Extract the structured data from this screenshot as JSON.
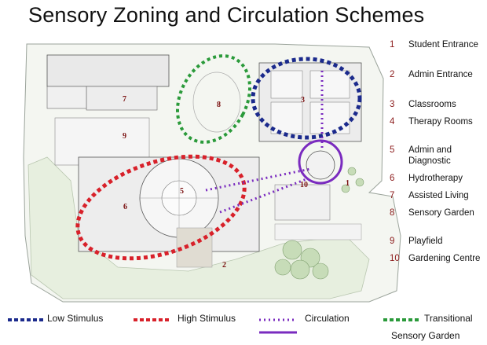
{
  "title": "Sensory Zoning and Circulation Schemes",
  "legend": [
    {
      "num": "1",
      "label": "Student Entrance"
    },
    {
      "num": "2",
      "label": "Admin Entrance"
    },
    {
      "num": "3",
      "label": "Classrooms"
    },
    {
      "num": "4",
      "label": "Therapy Rooms"
    },
    {
      "num": "5",
      "label": "Admin and Diagnostic"
    },
    {
      "num": "6",
      "label": "Hydrotherapy"
    },
    {
      "num": "7",
      "label": "Assisted Living"
    },
    {
      "num": "8",
      "label": "Sensory Garden"
    },
    {
      "num": "9",
      "label": "Playfield"
    },
    {
      "num": "10",
      "label": "Gardening Centre"
    }
  ],
  "key": {
    "low": "Low Stimulus",
    "high": "High Stimulus",
    "circulation": "Circulation",
    "transitional": "Transitional",
    "transitional_sub": "Sensory Garden"
  },
  "plan_labels": {
    "n1": "1",
    "n2": "2",
    "n3": "3",
    "n5": "5",
    "n6": "6",
    "n7": "7",
    "n8": "8",
    "n9": "9",
    "n10": "10"
  },
  "colors": {
    "low": "#1b2a8c",
    "high": "#d8212a",
    "circulation": "#7a2bbf",
    "transitional": "#2a9a3a",
    "number": "#8b1a1a"
  }
}
